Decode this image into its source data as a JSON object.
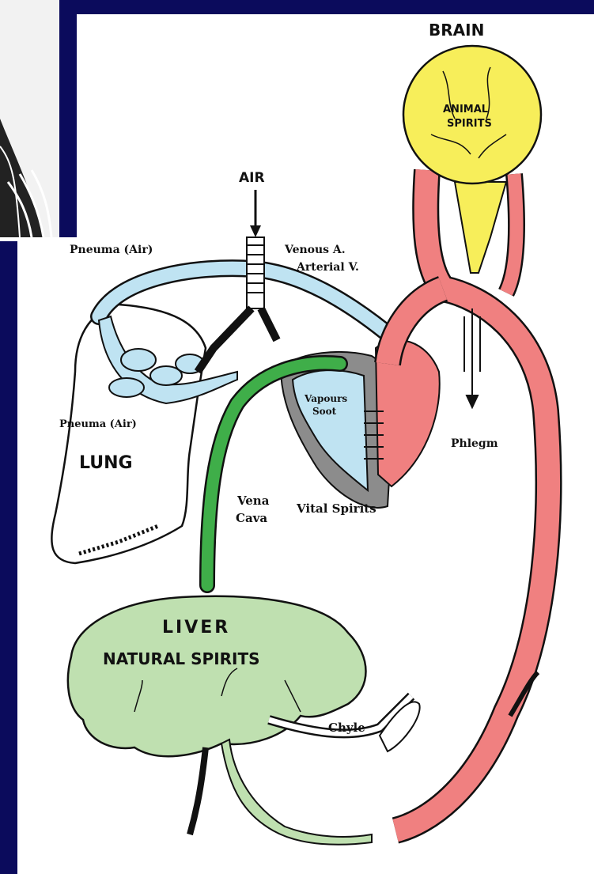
{
  "colors": {
    "navy_frame": "#0b0b5c",
    "brain": "#f7ee5a",
    "arteries": "#f08080",
    "lung_vessels": "#bfe3f2",
    "vena_cava": "#3fae49",
    "liver": "#bfe0b0",
    "heart_gray": "#8c8c8c",
    "outline": "#111111"
  },
  "labels": {
    "brain": "BRAIN",
    "animal_spirits_1": "ANIMAL",
    "animal_spirits_2": "SPIRITS",
    "air": "AIR",
    "pneuma_air_top": "Pneuma (Air)",
    "venous_a": "Venous A.",
    "arterial_v": "Arterial V.",
    "pneuma_air_lung": "Pneuma (Air)",
    "lung": "LUNG",
    "vapours_1": "Vapours",
    "vapours_2": "Soot",
    "phlegm": "Phlegm",
    "vena_cava_1": "Vena",
    "vena_cava_2": "Cava",
    "vital_spirits": "Vital Spirits",
    "liver": "LIVER",
    "natural_spirits": "NATURAL SPIRITS",
    "chyle": "Chyle"
  }
}
